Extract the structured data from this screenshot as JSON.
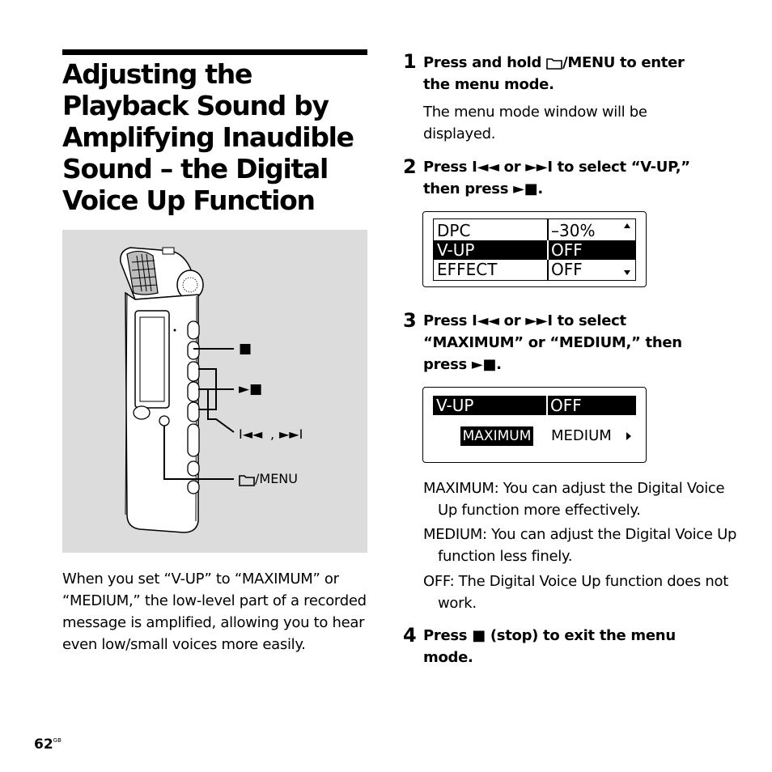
{
  "page": {
    "title": "Adjusting the Playback Sound by Amplifying Inaudible Sound – the Digital Voice Up Function",
    "intro": "When you set “V-UP” to “MAXIMUM” or “MEDIUM,” the low-level part of a recorded message is amplified, allowing you to hear even low/small voices more easily.",
    "page_number": "62",
    "page_suffix": "GB"
  },
  "illustration": {
    "labels": {
      "stop": "■",
      "play_stop": "►■",
      "prev": "I◄◄",
      "separator": ",",
      "next": "►►I",
      "menu": "/MENU"
    }
  },
  "steps": [
    {
      "number": "1",
      "instruction_a": "Press and hold ",
      "instruction_b": "/MENU to enter the menu mode.",
      "result": "The menu mode window will be displayed."
    },
    {
      "number": "2",
      "instruction_a": "Press ",
      "prev": "I◄◄",
      "or": " or ",
      "next": "►►I",
      "instruction_b": " to select “V-UP,” then press ",
      "play_stop": "►■",
      "end": "."
    },
    {
      "number": "3",
      "instruction_a": "Press ",
      "prev": "I◄◄",
      "or": " or ",
      "next": "►►I",
      "instruction_b": " to select “MAXIMUM” or “MEDIUM,” then press ",
      "play_stop": "►■",
      "end": "."
    },
    {
      "number": "4",
      "instruction_a": "Press ",
      "stop": "■",
      "instruction_b": " (stop) to exit the menu mode."
    }
  ],
  "screen1": {
    "rows": [
      {
        "label": "DPC",
        "value": "–30%"
      },
      {
        "label": "V-UP",
        "value": "OFF"
      },
      {
        "label": "EFFECT",
        "value": "OFF"
      }
    ]
  },
  "screen2": {
    "label": "V-UP",
    "value": "OFF",
    "option1": "MAXIMUM",
    "option2": "MEDIUM"
  },
  "options": [
    {
      "text": "MAXIMUM: You can adjust the Digital Voice Up function more effectively."
    },
    {
      "text": "MEDIUM: You can adjust the Digital Voice Up function less finely."
    },
    {
      "text": "OFF: The Digital Voice Up function does not work."
    }
  ]
}
